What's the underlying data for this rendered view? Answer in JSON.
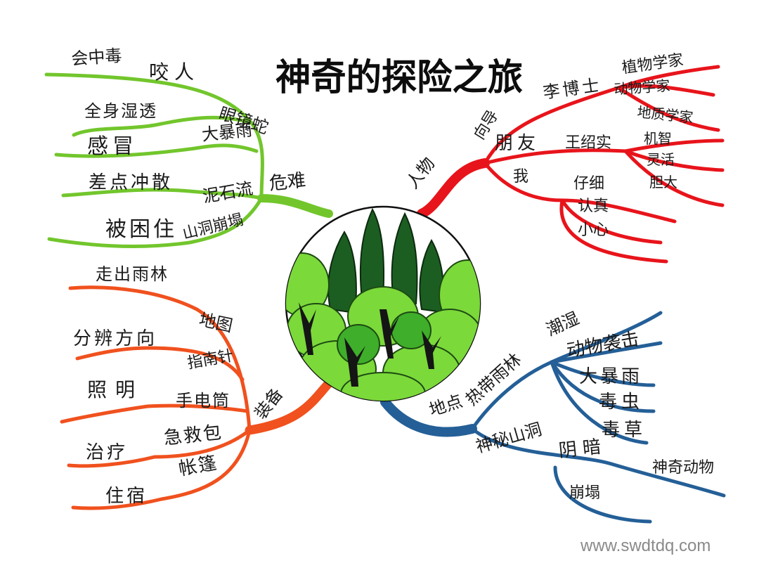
{
  "title": "神奇的探险之旅",
  "watermark": "www.swdtdq.com",
  "colors": {
    "danger": "#72c62c",
    "people": "#e8141b",
    "equipment": "#f0511e",
    "place": "#245f97",
    "ink": "#1a1a1a"
  },
  "branches": {
    "danger": {
      "label": "危难",
      "items": [
        "会中毒",
        "咬人",
        "眼镜蛇",
        "全身湿透",
        "大暴雨",
        "感冒",
        "差点冲散",
        "泥石流",
        "被困住",
        "山洞崩塌"
      ]
    },
    "people": {
      "label": "人物",
      "items": [
        "向导",
        "李博士",
        "植物学家",
        "动物学家",
        "地质学家",
        "朋友",
        "王绍实",
        "机智",
        "灵活",
        "胆大",
        "我",
        "仔细",
        "认真",
        "小心"
      ]
    },
    "equipment": {
      "label": "装备",
      "items": [
        "走出雨林",
        "地图",
        "分辨方向",
        "指南针",
        "照明",
        "手电筒",
        "治疗",
        "急救包",
        "住宿",
        "帐篷"
      ]
    },
    "place": {
      "label": "地点",
      "items": [
        "热带雨林",
        "潮湿",
        "动物袭击",
        "大暴雨",
        "毒虫",
        "毒草",
        "神秘山洞",
        "阴暗",
        "神奇动物",
        "崩塌"
      ]
    }
  }
}
